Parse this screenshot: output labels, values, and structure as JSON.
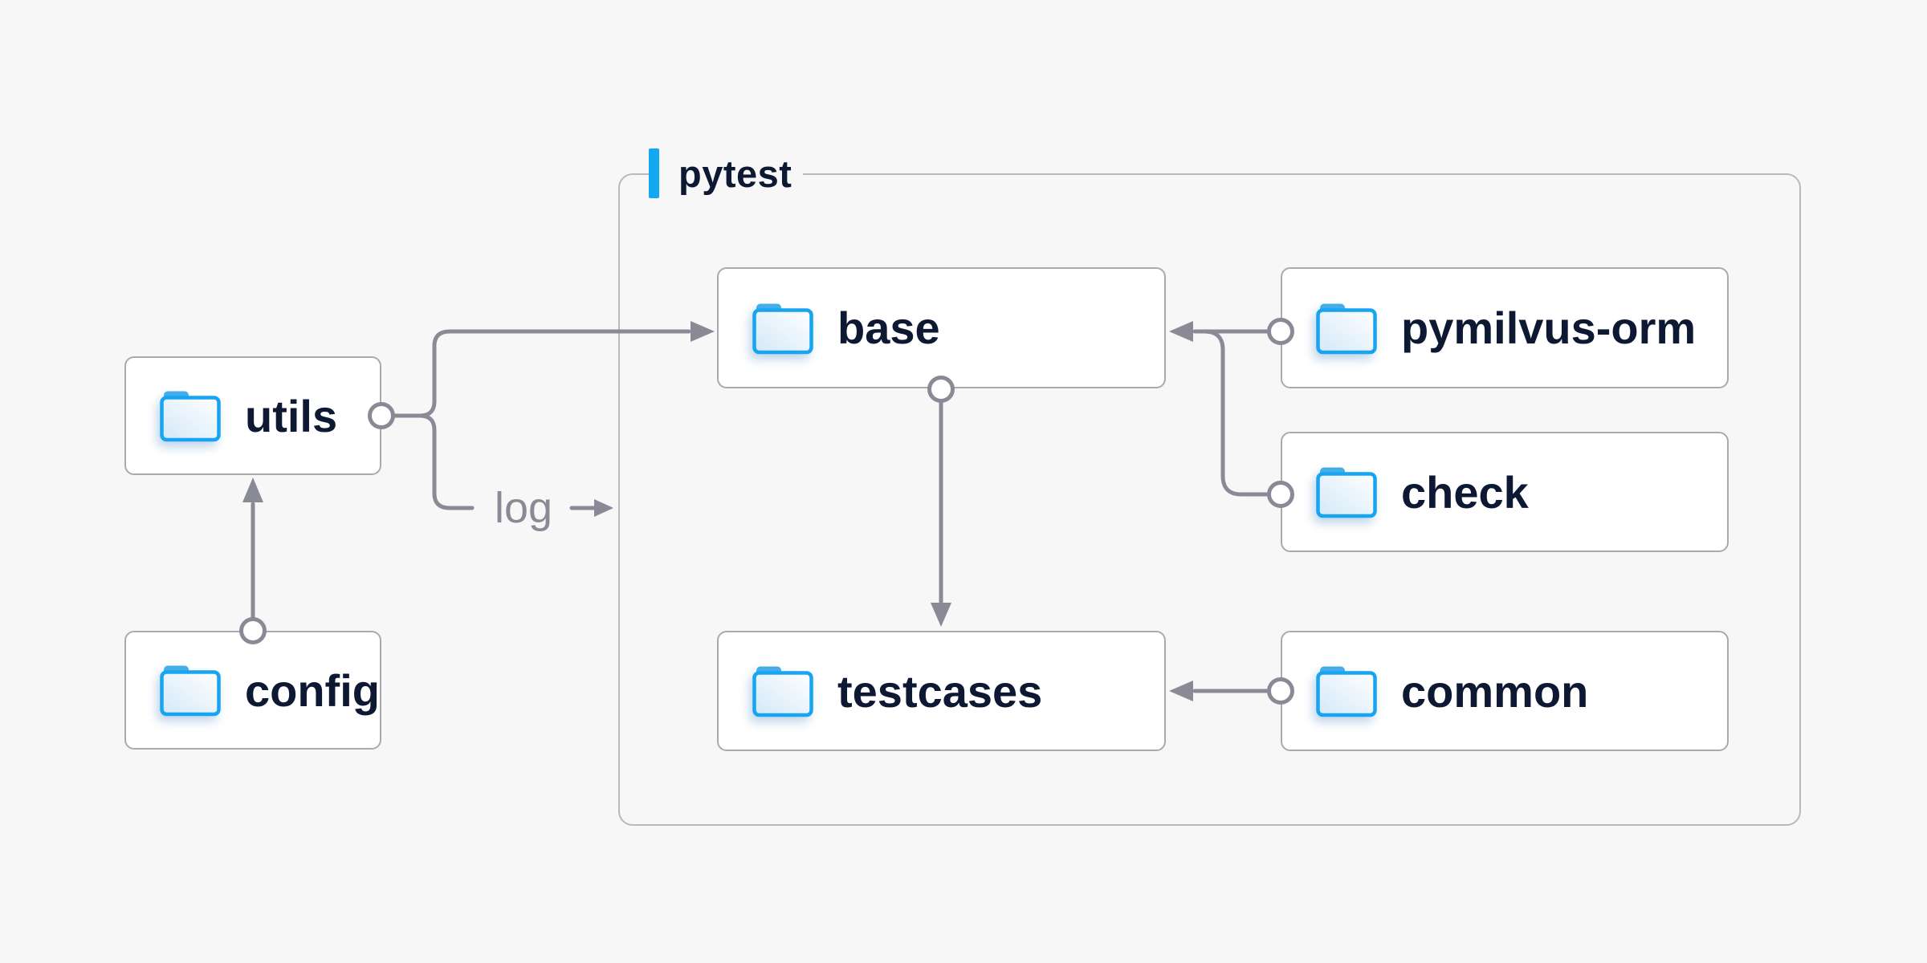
{
  "diagram": {
    "container_label": "pytest",
    "log_label": "log",
    "nodes": {
      "utils": {
        "label": "utils",
        "icon": "folder-icon"
      },
      "config": {
        "label": "config",
        "icon": "folder-icon"
      },
      "base": {
        "label": "base",
        "icon": "folder-icon"
      },
      "pymilvus_orm": {
        "label": "pymilvus-orm",
        "icon": "folder-icon"
      },
      "check": {
        "label": "check",
        "icon": "folder-icon"
      },
      "testcases": {
        "label": "testcases",
        "icon": "folder-icon"
      },
      "common": {
        "label": "common",
        "icon": "folder-icon"
      }
    },
    "edges": [
      {
        "from": "config",
        "to": "utils",
        "style": "arrow"
      },
      {
        "from": "utils",
        "to": "base",
        "style": "arrow"
      },
      {
        "from": "utils",
        "to": "log",
        "style": "labeled-arrow",
        "label": "log"
      },
      {
        "from": "pymilvus-orm",
        "to": "base",
        "style": "arrow"
      },
      {
        "from": "check",
        "to": "base",
        "style": "arrow"
      },
      {
        "from": "base",
        "to": "testcases",
        "style": "arrow"
      },
      {
        "from": "common",
        "to": "testcases",
        "style": "arrow"
      }
    ]
  },
  "colors": {
    "background": "#f7f7f8",
    "node_fill": "#ffffff",
    "node_border": "#a9a9b4",
    "container_border": "#b8b8c3",
    "wire": "#8a8a96",
    "label_text": "#0d1833",
    "log_text": "#8a8a96",
    "accent_blue": "#12a9f1",
    "folder_border": "#17a5f1",
    "folder_tab": "#45aee9",
    "folder_fill_light": "#ffffff",
    "folder_fill_shade": "#d3e8f8"
  }
}
